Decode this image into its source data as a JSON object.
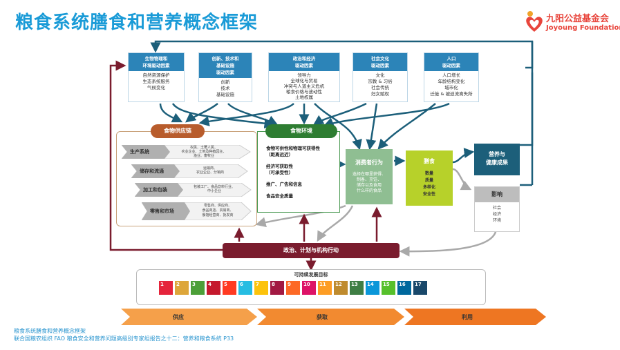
{
  "title": "粮食系统膳食和营养概念框架",
  "logo": {
    "name_cn": "九阳公益基金会",
    "name_en": "Joyoung Foundation",
    "brand_color": "#e8453c"
  },
  "drivers": [
    {
      "head": "生物物理和\n环境驱动因素",
      "body": "自然资源保护\n生态系统服务\n气候变化"
    },
    {
      "head": "创新、技术和\n基础设施\n驱动因素",
      "body": "创新\n技术\n基础设施"
    },
    {
      "head": "政治和经济\n驱动因素",
      "body": "领导力\n全球化与贸易\n冲突与人道主义危机\n粮食价格与波动性\n土地权属"
    },
    {
      "head": "社会文化\n驱动因素",
      "body": "文化\n宗教 & 习俗\n社会传统\n妇女赋权"
    },
    {
      "head": "人口\n驱动因素",
      "body": "人口增长\n年龄结构变化\n城市化\n迁徙 & 被迫流离失所"
    }
  ],
  "supply_chain": {
    "label": "食物供应链",
    "stages": [
      {
        "label": "生产系统",
        "detail": "农民、土著人民、\n农业企业、土地及种植园主、\n渔业、畜牧业"
      },
      {
        "label": "储存和流通",
        "detail": "运输商、\n农业企业、分销商"
      },
      {
        "label": "加工和包装",
        "detail": "包装工厂、食品饮料行业、\n中小企业"
      },
      {
        "label": "零售和市场",
        "detail": "零售商、供应商、\n食品商店、贸易商、\n餐馆经营商、批发商"
      }
    ]
  },
  "food_environment": {
    "label": "食物环境",
    "items": [
      "食物可供性和物理可获得性",
      "（距离远近）",
      "经济可获取性",
      "（可承受性）",
      "推广、广告和信息",
      "食品安全质量"
    ]
  },
  "consumer": {
    "label": "消费者行为",
    "body": "选择在哪里获得、\n制备、烹饪、\n储存以及食用\n什么样的食品"
  },
  "diet": {
    "label": "膳食",
    "items": [
      "数量",
      "质量",
      "多样化",
      "安全性"
    ]
  },
  "nutrition": {
    "label": "营养与\n健康成果"
  },
  "impact": {
    "label": "影响",
    "items": [
      "社会",
      "经济",
      "环境"
    ]
  },
  "policy": {
    "label": "政治、计划与机构行动"
  },
  "sdg": {
    "label": "可持续发展目标",
    "goals": [
      {
        "n": "1",
        "c": "#e5243b"
      },
      {
        "n": "2",
        "c": "#dda63a"
      },
      {
        "n": "3",
        "c": "#4c9f38"
      },
      {
        "n": "4",
        "c": "#c5192d"
      },
      {
        "n": "5",
        "c": "#ff3a21"
      },
      {
        "n": "6",
        "c": "#26bde2"
      },
      {
        "n": "7",
        "c": "#fcc30b"
      },
      {
        "n": "8",
        "c": "#a21942"
      },
      {
        "n": "9",
        "c": "#fd6925"
      },
      {
        "n": "10",
        "c": "#dd1367"
      },
      {
        "n": "11",
        "c": "#fd9d24"
      },
      {
        "n": "12",
        "c": "#bf8b2e"
      },
      {
        "n": "13",
        "c": "#3f7e44"
      },
      {
        "n": "14",
        "c": "#0a97d9"
      },
      {
        "n": "15",
        "c": "#56c02b"
      },
      {
        "n": "16",
        "c": "#00689d"
      },
      {
        "n": "17",
        "c": "#19486a"
      }
    ]
  },
  "bottom_arrows": [
    "供应",
    "获取",
    "利用"
  ],
  "source": {
    "line1": "粮食系统膳食和营养概念框架",
    "line2": "联合国粮农组织 FAO  粮食安全和营养问题高级别专家组报告之十二：营养和粮食系统 P33"
  }
}
